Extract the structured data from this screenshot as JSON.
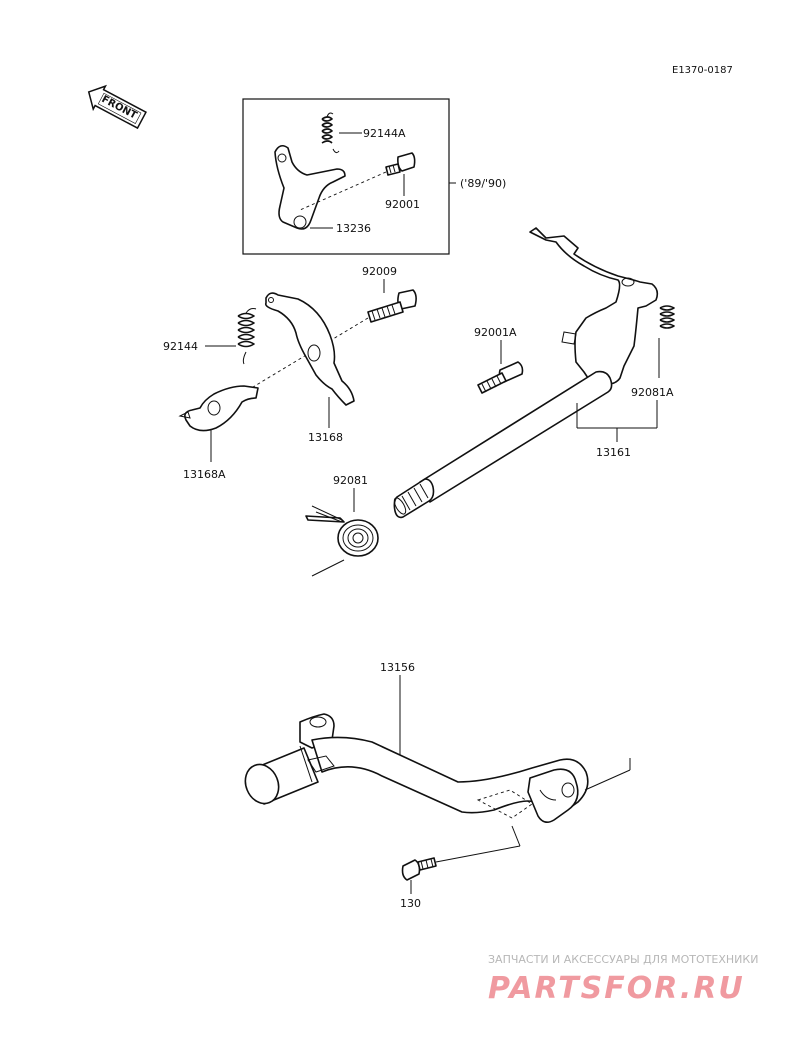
{
  "diagram": {
    "code": "E1370-0187",
    "front_label": "FRONT",
    "variant_note": "('89/'90)",
    "parts": {
      "p92144A": "92144A",
      "p92001": "92001",
      "p13236": "13236",
      "p92009": "92009",
      "p92144": "92144",
      "p13168": "13168",
      "p13168A": "13168A",
      "p92001A": "92001A",
      "p92081A": "92081A",
      "p13161": "13161",
      "p92081": "92081",
      "p13156": "13156",
      "p130": "130"
    }
  },
  "watermark": {
    "caption": "ЗАПЧАСТИ И АКСЕССУАРЫ ДЛЯ МОТОТЕХНИКИ",
    "logo": "PARTSFOR.RU",
    "color": "#e84b55"
  }
}
